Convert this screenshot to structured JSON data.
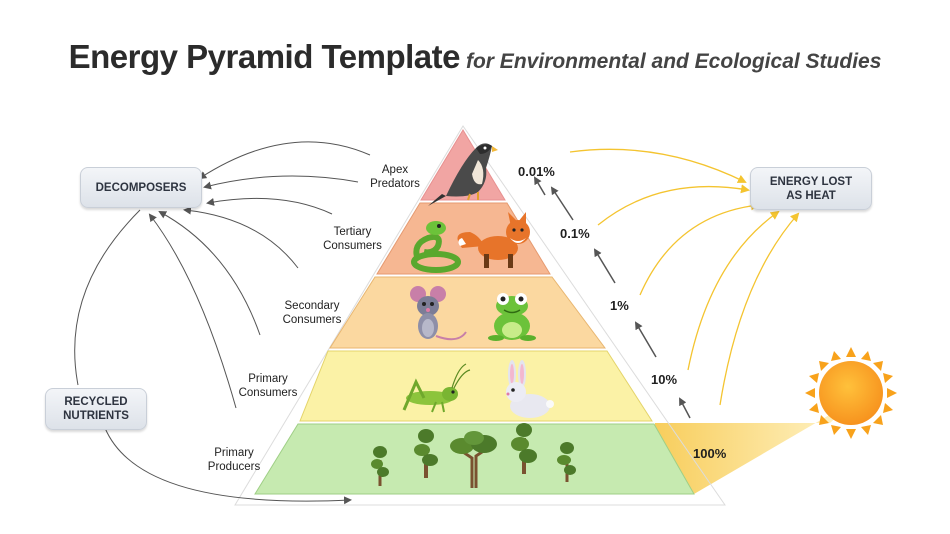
{
  "title": {
    "main": "Energy Pyramid Template",
    "sub": "for Environmental and Ecological Studies"
  },
  "side_boxes": {
    "decomposers": "DECOMPOSERS",
    "recycled_line1": "RECYCLED",
    "recycled_line2": "NUTRIENTS",
    "heat_line1": "ENERGY LOST",
    "heat_line2": "AS HEAT"
  },
  "levels": [
    {
      "line1": "Apex",
      "line2": "Predators",
      "energy": "0.01%",
      "fill": "#f1a5a3"
    },
    {
      "line1": "Tertiary",
      "line2": "Consumers",
      "energy": "0.1%",
      "fill": "#f6b792"
    },
    {
      "line1": "Secondary",
      "line2": "Consumers",
      "energy": "1%",
      "fill": "#fbd8a0"
    },
    {
      "line1": "Primary",
      "line2": "Consumers",
      "energy": "10%",
      "fill": "#fbf2a6"
    },
    {
      "line1": "Primary",
      "line2": "Producers",
      "energy": "100%",
      "fill": "#c6eab0"
    }
  ],
  "icons": {
    "apex": [
      "hawk-icon"
    ],
    "tertiary": [
      "snake-icon",
      "fox-icon"
    ],
    "secondary": [
      "mouse-icon",
      "frog-icon"
    ],
    "primary_consumers": [
      "grasshopper-icon",
      "rabbit-icon"
    ],
    "producers": [
      "tree-icon",
      "tree-icon",
      "tree-icon",
      "tree-icon",
      "tree-icon"
    ],
    "energy_source": "sun-icon"
  },
  "colors": {
    "heat_arrow": "#f4c430",
    "cycle_arrow": "#555555",
    "sun": "#f8a21b"
  }
}
